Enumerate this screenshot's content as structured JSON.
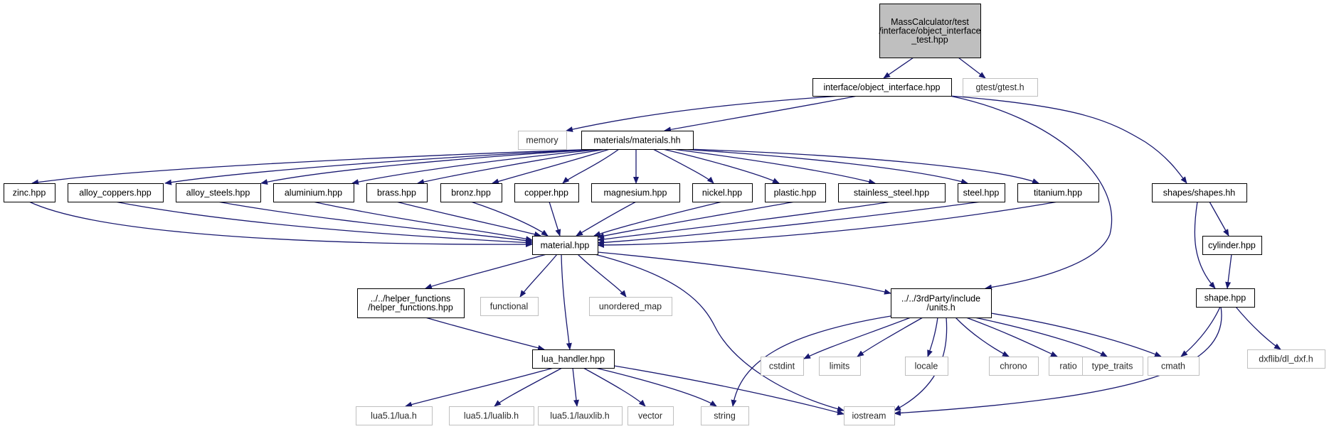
{
  "colors": {
    "edge": "#191970",
    "node_border": "#000000",
    "node_fill": "#ffffff",
    "root_fill": "#bfbfbf",
    "external_border": "#bfbfbf"
  },
  "diagram": {
    "type": "include-dependency-graph",
    "nodes": [
      {
        "id": "root",
        "lines": [
          "MassCalculator/test",
          "/interface/object_interface",
          "_test.hpp"
        ],
        "kind": "root"
      },
      {
        "id": "object_interface",
        "lines": [
          "interface/object_interface.hpp"
        ],
        "kind": "file"
      },
      {
        "id": "gtest",
        "lines": [
          "gtest/gtest.h"
        ],
        "kind": "external"
      },
      {
        "id": "memory",
        "lines": [
          "memory"
        ],
        "kind": "external"
      },
      {
        "id": "materials",
        "lines": [
          "materials/materials.hh"
        ],
        "kind": "file"
      },
      {
        "id": "shapes",
        "lines": [
          "shapes/shapes.hh"
        ],
        "kind": "file"
      },
      {
        "id": "zinc",
        "lines": [
          "zinc.hpp"
        ],
        "kind": "file"
      },
      {
        "id": "alloy_coppers",
        "lines": [
          "alloy_coppers.hpp"
        ],
        "kind": "file"
      },
      {
        "id": "alloy_steels",
        "lines": [
          "alloy_steels.hpp"
        ],
        "kind": "file"
      },
      {
        "id": "aluminium",
        "lines": [
          "aluminium.hpp"
        ],
        "kind": "file"
      },
      {
        "id": "brass",
        "lines": [
          "brass.hpp"
        ],
        "kind": "file"
      },
      {
        "id": "bronz",
        "lines": [
          "bronz.hpp"
        ],
        "kind": "file"
      },
      {
        "id": "copper",
        "lines": [
          "copper.hpp"
        ],
        "kind": "file"
      },
      {
        "id": "magnesium",
        "lines": [
          "magnesium.hpp"
        ],
        "kind": "file"
      },
      {
        "id": "nickel",
        "lines": [
          "nickel.hpp"
        ],
        "kind": "file"
      },
      {
        "id": "plastic",
        "lines": [
          "plastic.hpp"
        ],
        "kind": "file"
      },
      {
        "id": "stainless_steel",
        "lines": [
          "stainless_steel.hpp"
        ],
        "kind": "file"
      },
      {
        "id": "steel",
        "lines": [
          "steel.hpp"
        ],
        "kind": "file"
      },
      {
        "id": "titanium",
        "lines": [
          "titanium.hpp"
        ],
        "kind": "file"
      },
      {
        "id": "material",
        "lines": [
          "material.hpp"
        ],
        "kind": "file"
      },
      {
        "id": "cylinder",
        "lines": [
          "cylinder.hpp"
        ],
        "kind": "file"
      },
      {
        "id": "shape",
        "lines": [
          "shape.hpp"
        ],
        "kind": "file"
      },
      {
        "id": "helper_functions",
        "lines": [
          "../../helper_functions",
          "/helper_functions.hpp"
        ],
        "kind": "file"
      },
      {
        "id": "functional",
        "lines": [
          "functional"
        ],
        "kind": "external"
      },
      {
        "id": "unordered_map",
        "lines": [
          "unordered_map"
        ],
        "kind": "external"
      },
      {
        "id": "units",
        "lines": [
          "../../3rdParty/include",
          "/units.h"
        ],
        "kind": "file"
      },
      {
        "id": "dxflib",
        "lines": [
          "dxflib/dl_dxf.h"
        ],
        "kind": "external"
      },
      {
        "id": "lua_handler",
        "lines": [
          "lua_handler.hpp"
        ],
        "kind": "file"
      },
      {
        "id": "cstdint",
        "lines": [
          "cstdint"
        ],
        "kind": "external"
      },
      {
        "id": "limits",
        "lines": [
          "limits"
        ],
        "kind": "external"
      },
      {
        "id": "locale",
        "lines": [
          "locale"
        ],
        "kind": "external"
      },
      {
        "id": "chrono",
        "lines": [
          "chrono"
        ],
        "kind": "external"
      },
      {
        "id": "ratio",
        "lines": [
          "ratio"
        ],
        "kind": "external"
      },
      {
        "id": "type_traits",
        "lines": [
          "type_traits"
        ],
        "kind": "external"
      },
      {
        "id": "cmath",
        "lines": [
          "cmath"
        ],
        "kind": "external"
      },
      {
        "id": "lua_h",
        "lines": [
          "lua5.1/lua.h"
        ],
        "kind": "external"
      },
      {
        "id": "lualib_h",
        "lines": [
          "lua5.1/lualib.h"
        ],
        "kind": "external"
      },
      {
        "id": "lauxlib_h",
        "lines": [
          "lua5.1/lauxlib.h"
        ],
        "kind": "external"
      },
      {
        "id": "vector",
        "lines": [
          "vector"
        ],
        "kind": "external"
      },
      {
        "id": "string",
        "lines": [
          "string"
        ],
        "kind": "external"
      },
      {
        "id": "iostream",
        "lines": [
          "iostream"
        ],
        "kind": "external"
      }
    ],
    "edges": [
      [
        "root",
        "object_interface"
      ],
      [
        "root",
        "gtest"
      ],
      [
        "object_interface",
        "memory"
      ],
      [
        "object_interface",
        "materials"
      ],
      [
        "object_interface",
        "units"
      ],
      [
        "object_interface",
        "shapes"
      ],
      [
        "materials",
        "zinc"
      ],
      [
        "materials",
        "alloy_coppers"
      ],
      [
        "materials",
        "alloy_steels"
      ],
      [
        "materials",
        "aluminium"
      ],
      [
        "materials",
        "brass"
      ],
      [
        "materials",
        "bronz"
      ],
      [
        "materials",
        "copper"
      ],
      [
        "materials",
        "magnesium"
      ],
      [
        "materials",
        "nickel"
      ],
      [
        "materials",
        "plastic"
      ],
      [
        "materials",
        "stainless_steel"
      ],
      [
        "materials",
        "steel"
      ],
      [
        "materials",
        "titanium"
      ],
      [
        "zinc",
        "material"
      ],
      [
        "alloy_coppers",
        "material"
      ],
      [
        "alloy_steels",
        "material"
      ],
      [
        "aluminium",
        "material"
      ],
      [
        "brass",
        "material"
      ],
      [
        "bronz",
        "material"
      ],
      [
        "copper",
        "material"
      ],
      [
        "magnesium",
        "material"
      ],
      [
        "nickel",
        "material"
      ],
      [
        "plastic",
        "material"
      ],
      [
        "stainless_steel",
        "material"
      ],
      [
        "steel",
        "material"
      ],
      [
        "titanium",
        "material"
      ],
      [
        "shapes",
        "cylinder"
      ],
      [
        "shapes",
        "shape"
      ],
      [
        "cylinder",
        "shape"
      ],
      [
        "shape",
        "cmath"
      ],
      [
        "shape",
        "dxflib"
      ],
      [
        "shape",
        "iostream"
      ],
      [
        "material",
        "helper_functions"
      ],
      [
        "material",
        "functional"
      ],
      [
        "material",
        "lua_handler"
      ],
      [
        "material",
        "unordered_map"
      ],
      [
        "material",
        "units"
      ],
      [
        "material",
        "iostream"
      ],
      [
        "helper_functions",
        "lua_handler"
      ],
      [
        "units",
        "string"
      ],
      [
        "units",
        "cstdint"
      ],
      [
        "units",
        "limits"
      ],
      [
        "units",
        "locale"
      ],
      [
        "units",
        "iostream"
      ],
      [
        "units",
        "chrono"
      ],
      [
        "units",
        "ratio"
      ],
      [
        "units",
        "type_traits"
      ],
      [
        "units",
        "cmath"
      ],
      [
        "lua_handler",
        "lua_h"
      ],
      [
        "lua_handler",
        "lualib_h"
      ],
      [
        "lua_handler",
        "lauxlib_h"
      ],
      [
        "lua_handler",
        "vector"
      ],
      [
        "lua_handler",
        "string"
      ],
      [
        "lua_handler",
        "iostream"
      ]
    ]
  }
}
